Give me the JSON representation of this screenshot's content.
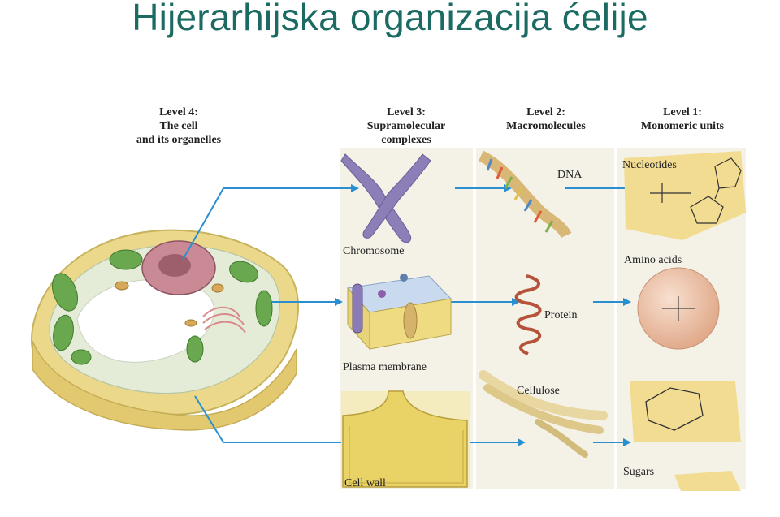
{
  "title": "Hijerarhijska organizacija ćelije",
  "levels": [
    {
      "heading": "Level 4:",
      "line1": "The cell",
      "line2": "and its organelles"
    },
    {
      "heading": "Level 3:",
      "line1": "Supramolecular",
      "line2": "complexes"
    },
    {
      "heading": "Level 2:",
      "line1": "Macromolecules",
      "line2": ""
    },
    {
      "heading": "Level 1:",
      "line1": "Monomeric units",
      "line2": ""
    }
  ],
  "labels": {
    "chromosome": "Chromosome",
    "plasma_membrane": "Plasma membrane",
    "cell_wall": "Cell wall",
    "dna": "DNA",
    "protein": "Protein",
    "cellulose": "Cellulose",
    "nucleotides": "Nucleotides",
    "amino_acids": "Amino acids",
    "sugars": "Sugars"
  },
  "colors": {
    "title": "#1c6b62",
    "arrow": "#2a8fd0"
  }
}
